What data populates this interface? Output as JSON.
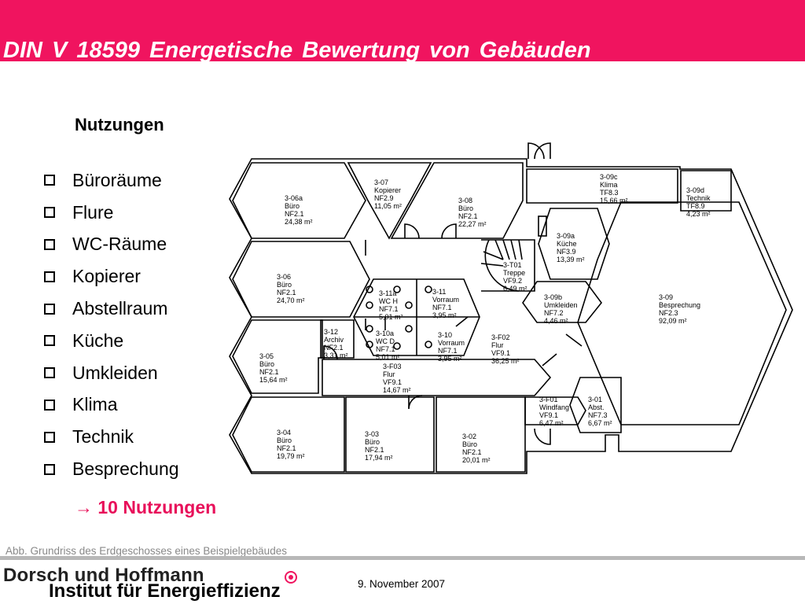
{
  "header": {
    "title": "DIN V 18599   Energetische Bewertung von Gebäuden",
    "bar_color": "#f0145f"
  },
  "section_heading": "Nutzungen",
  "usage_list": [
    "Büroräume",
    "Flure",
    "WC-Räume",
    "Kopierer",
    "Abstellraum",
    "Küche",
    "Umkleiden",
    "Klima",
    "Technik",
    "Besprechung"
  ],
  "result": {
    "arrow": "→",
    "text": "10 Nutzungen"
  },
  "caption": "Abb. Grundriss des Erdgeschosses eines Beispielgebäudes",
  "footer": {
    "logo_line1": "Dorsch und Hoffmann",
    "logo_line2": "Institut für Energieffizienz",
    "date": "9. November 2007"
  },
  "floorplan": {
    "rooms": [
      {
        "id": "3-06a",
        "use": "Büro",
        "code": "NF2.1",
        "area": "24,38 m²"
      },
      {
        "id": "3-07",
        "use": "Kopierer",
        "code": "NF2.9",
        "area": "11,05 m²"
      },
      {
        "id": "3-08",
        "use": "Büro",
        "code": "NF2.1",
        "area": "22,27 m²"
      },
      {
        "id": "3-09c",
        "use": "Klima",
        "code": "TF8.3",
        "area": "15,66 m²"
      },
      {
        "id": "3-09d",
        "use": "Technik",
        "code": "TF8.9",
        "area": "4,23 m²"
      },
      {
        "id": "3-09a",
        "use": "Küche",
        "code": "NF3.9",
        "area": "13,39 m²"
      },
      {
        "id": "3-T01",
        "use": "Treppe",
        "code": "VF9.2",
        "area": "6,49 m²"
      },
      {
        "id": "3-06",
        "use": "Büro",
        "code": "NF2.1",
        "area": "24,70 m²"
      },
      {
        "id": "3-11a",
        "use": "WC H",
        "code": "NF7.1",
        "area": "5,01 m²"
      },
      {
        "id": "3-11",
        "use": "Vorraum",
        "code": "NF7.1",
        "area": "3,95 m²"
      },
      {
        "id": "3-09b",
        "use": "Umkleiden",
        "code": "NF7.2",
        "area": "4,46 m²"
      },
      {
        "id": "3-09",
        "use": "Besprechung",
        "code": "NF2.3",
        "area": "92,09 m²"
      },
      {
        "id": "3-05",
        "use": "Büro",
        "code": "NF2.1",
        "area": "15,64 m²"
      },
      {
        "id": "3-12",
        "use": "Archiv",
        "code": "NF2.1",
        "area": "3,31 m²"
      },
      {
        "id": "3-10a",
        "use": "WC D",
        "code": "NF7.1",
        "area": "5,01 m²"
      },
      {
        "id": "3-10",
        "use": "Vorraum",
        "code": "NF7.1",
        "area": "3,95 m²"
      },
      {
        "id": "3-F02",
        "use": "Flur",
        "code": "VF9.1",
        "area": "36,25 m²"
      },
      {
        "id": "3-F03",
        "use": "Flur",
        "code": "VF9.1",
        "area": "14,67 m²"
      },
      {
        "id": "3-F01",
        "use": "Windfang",
        "code": "VF9.1",
        "area": "6,47 m²"
      },
      {
        "id": "3-01",
        "use": "Abst.",
        "code": "NF7.3",
        "area": "6,67 m²"
      },
      {
        "id": "3-04",
        "use": "Büro",
        "code": "NF2.1",
        "area": "19,79 m²"
      },
      {
        "id": "3-03",
        "use": "Büro",
        "code": "NF2.1",
        "area": "17,94 m²"
      },
      {
        "id": "3-02",
        "use": "Büro",
        "code": "NF2.1",
        "area": "20,01 m²"
      }
    ]
  }
}
